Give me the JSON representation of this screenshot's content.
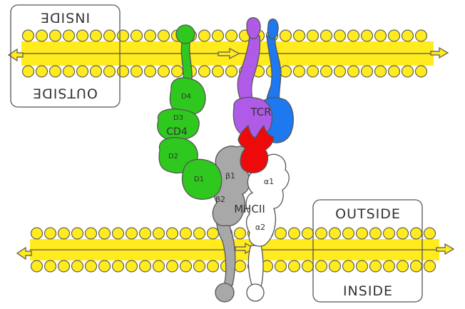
{
  "labels": {
    "top_box": {
      "upper": "INSIDE",
      "lower": "OUTSIDE"
    },
    "bottom_box": {
      "upper": "OUTSIDE",
      "lower": "INSIDE"
    },
    "cd4": {
      "name": "CD4",
      "d1": "D1",
      "d2": "D2",
      "d3": "D3",
      "d4": "D4"
    },
    "tcr": {
      "name": "TCR"
    },
    "mhc": {
      "name": "MHCII",
      "a1": "α1",
      "a2": "α2",
      "b1": "β1",
      "b2": "β2"
    }
  },
  "colors": {
    "membrane": "#ffeb1e",
    "outline": "#555555",
    "cd4": "#2fc81e",
    "tcr_alpha": "#b05be8",
    "tcr_beta": "#1e78f0",
    "peptide": "#ee0a0a",
    "mhc_alpha": "#ffffff",
    "mhc_beta": "#a8a8a8"
  }
}
